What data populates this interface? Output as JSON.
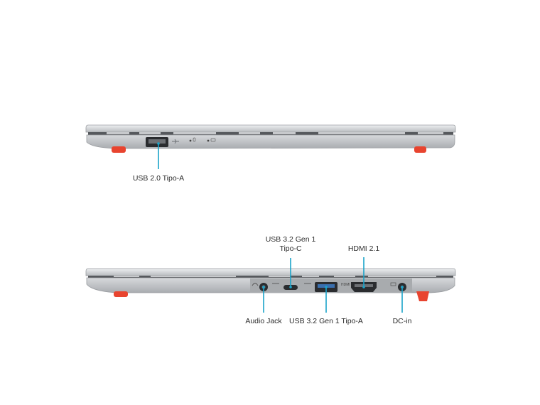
{
  "accent_color": "#1aa3c9",
  "body_color": "#c9cbce",
  "foot_color": "#e8442f",
  "left_view": {
    "ports": [
      {
        "id": "usb20",
        "label": "USB 2.0 Tipo-A",
        "icon": "usb-icon"
      }
    ],
    "indicators": [
      "mic-indicator-icon",
      "camera-indicator-icon"
    ]
  },
  "right_view": {
    "ports": [
      {
        "id": "usb32c",
        "label_line1": "USB 3.2 Gen 1",
        "label_line2": "Tipo-C",
        "icon": "usb-ss-icon"
      },
      {
        "id": "hdmi",
        "label": "HDMI 2.1",
        "icon": "hdmi-icon"
      },
      {
        "id": "audio",
        "label": "Audio Jack",
        "icon": "headset-icon"
      },
      {
        "id": "usb32a",
        "label": "USB 3.2 Gen 1 Tipo-A",
        "icon": "usb-ss-icon"
      },
      {
        "id": "dcin",
        "label": "DC-in",
        "icon": "dc-power-icon"
      }
    ]
  }
}
